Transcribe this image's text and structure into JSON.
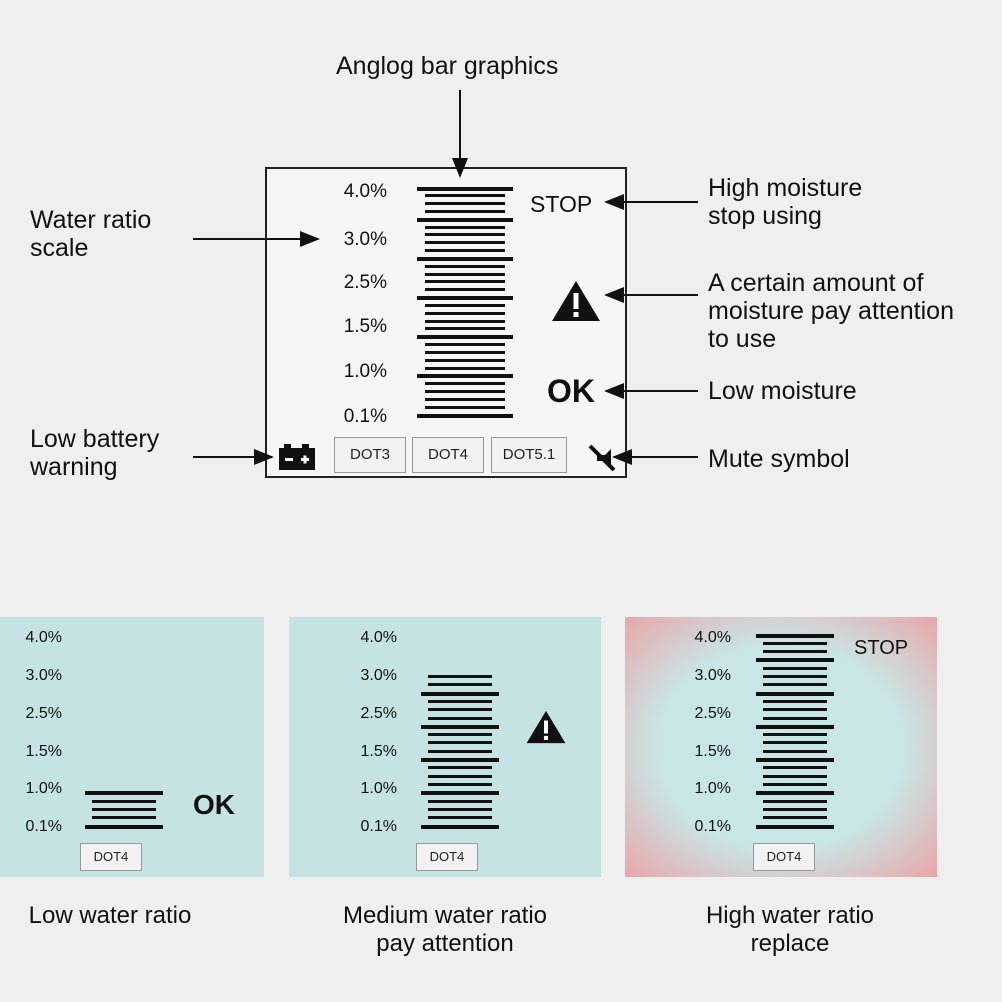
{
  "annotations": {
    "bar_graphics": "Anglog bar graphics",
    "water_scale": "Water ratio\nscale",
    "high_moisture": "High moisture\nstop using",
    "attention": "A certain amount of\nmoisture pay attention\nto use",
    "low_moisture": "Low moisture",
    "low_battery": "Low battery\nwarning",
    "mute": "Mute symbol"
  },
  "display": {
    "scale": [
      "4.0%",
      "3.0%",
      "2.5%",
      "1.5%",
      "1.0%",
      "0.1%"
    ],
    "stop_text": "STOP",
    "ok_text": "OK",
    "buttons": [
      "DOT3",
      "DOT4",
      "DOT5.1"
    ],
    "icons": [
      "battery-icon",
      "warning-triangle-icon",
      "mute-icon"
    ]
  },
  "panels": [
    {
      "caption": "Low water ratio",
      "scale": [
        "4.0%",
        "3.0%",
        "2.5%",
        "1.5%",
        "1.0%",
        "0.1%"
      ],
      "status": "OK",
      "button": "DOT4",
      "level_fraction": 0.2,
      "background": "#c5e3e3"
    },
    {
      "caption": "Medium water ratio\npay attention",
      "scale": [
        "4.0%",
        "3.0%",
        "2.5%",
        "1.5%",
        "1.0%",
        "0.1%"
      ],
      "status": "warning",
      "button": "DOT4",
      "level_fraction": 0.8,
      "background": "#c5e3e3"
    },
    {
      "caption": "High water ratio\nreplace",
      "scale": [
        "4.0%",
        "3.0%",
        "2.5%",
        "1.5%",
        "1.0%",
        "0.1%"
      ],
      "status": "STOP",
      "button": "DOT4",
      "level_fraction": 1.0,
      "background": "#e8a6a8"
    }
  ]
}
